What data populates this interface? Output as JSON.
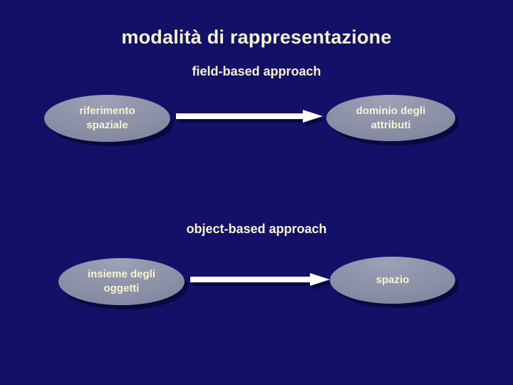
{
  "slide": {
    "background_color": "#131068",
    "title": "modalità di rappresentazione",
    "text_color": "#f7f3cf",
    "node_fill_color": "#8b90a7",
    "arrow_color": "#ffffff",
    "shadow_color": "#0a0840"
  },
  "sections": [
    {
      "label": "field-based approach",
      "source": "riferimento spaziale",
      "target": "dominio degli attributi",
      "arrow": "right-arrow"
    },
    {
      "label": "object-based approach",
      "source": "insieme degli oggetti",
      "target": "spazio",
      "arrow": "right-arrow"
    }
  ],
  "nodes": {
    "riferimento_spaziale": "riferimento\nspaziale",
    "riferimento_spaziale_line1": "riferimento",
    "riferimento_spaziale_line2": "spaziale",
    "dominio_attributi_line1": "dominio degli",
    "dominio_attributi_line2": "attributi",
    "insieme_oggetti_line1": "insieme degli",
    "insieme_oggetti_line2": "oggetti",
    "spazio": "spazio"
  }
}
